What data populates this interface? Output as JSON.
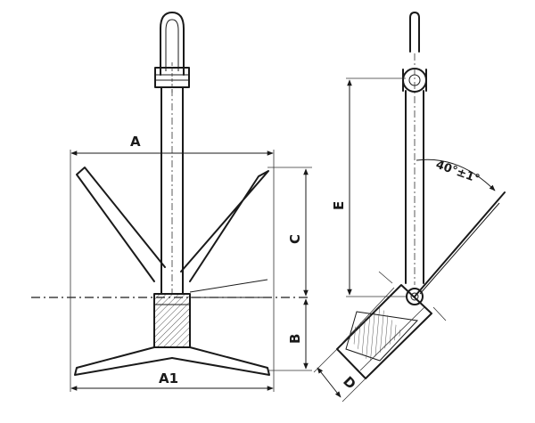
{
  "dimensions": {
    "a": "A",
    "a1": "A1",
    "b": "B",
    "c": "C",
    "d": "D",
    "e": "E"
  },
  "angle": "40°±1°"
}
